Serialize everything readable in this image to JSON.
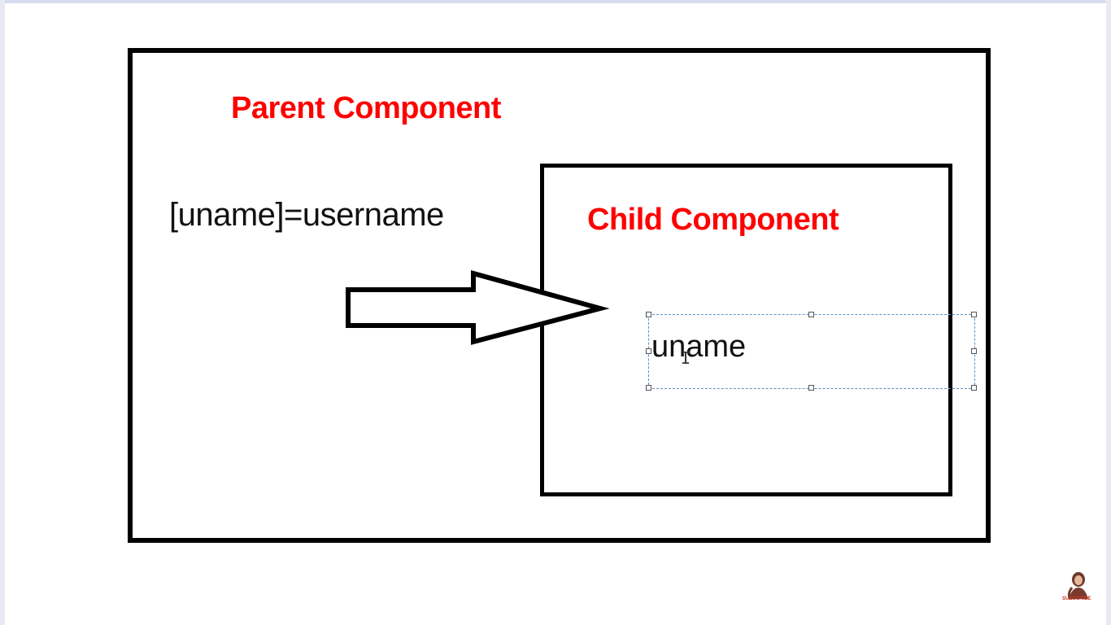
{
  "diagram": {
    "parent_title": "Parent Component",
    "binding_expression": "[uname]=username",
    "child_title": "Child Component",
    "child_property": "uname",
    "colors": {
      "title": "#ff0000",
      "border": "#000000",
      "text": "#111111",
      "selection": "#5b8fc9"
    }
  },
  "overlay": {
    "subscribe_label": "SUBSCRIBE",
    "subscribe_icon": "channel-avatar-icon"
  }
}
